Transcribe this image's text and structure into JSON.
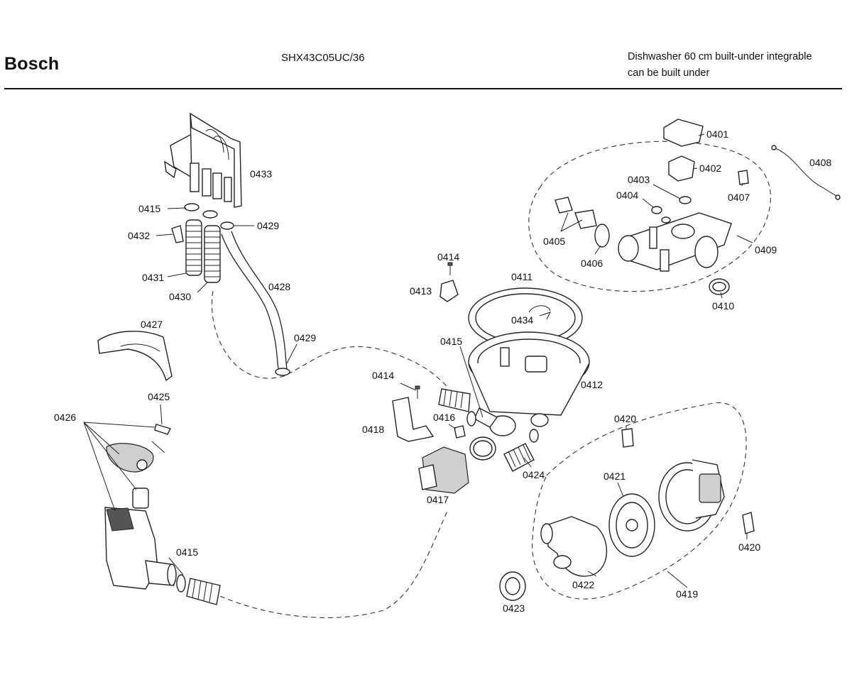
{
  "header": {
    "brand": "Bosch",
    "model": "SHX43C05UC/36",
    "description_line1": "Dishwasher 60 cm built-under integrable",
    "description_line2": "can be built under"
  },
  "part_labels": {
    "p0401": "0401",
    "p0402": "0402",
    "p0403": "0403",
    "p0404": "0404",
    "p0405": "0405",
    "p0406": "0406",
    "p0407": "0407",
    "p0408": "0408",
    "p0409": "0409",
    "p0410": "0410",
    "p0411": "0411",
    "p0412": "0412",
    "p0413": "0413",
    "p0414a": "0414",
    "p0414b": "0414",
    "p0415a": "0415",
    "p0415b": "0415",
    "p0415c": "0415",
    "p0416": "0416",
    "p0417": "0417",
    "p0418": "0418",
    "p0419": "0419",
    "p0420a": "0420",
    "p0420b": "0420",
    "p0421": "0421",
    "p0422": "0422",
    "p0423": "0423",
    "p0424": "0424",
    "p0425": "0425",
    "p0426": "0426",
    "p0427": "0427",
    "p0428": "0428",
    "p0429a": "0429",
    "p0429b": "0429",
    "p0430": "0430",
    "p0431": "0431",
    "p0432": "0432",
    "p0433": "0433",
    "p0434": "0434"
  }
}
